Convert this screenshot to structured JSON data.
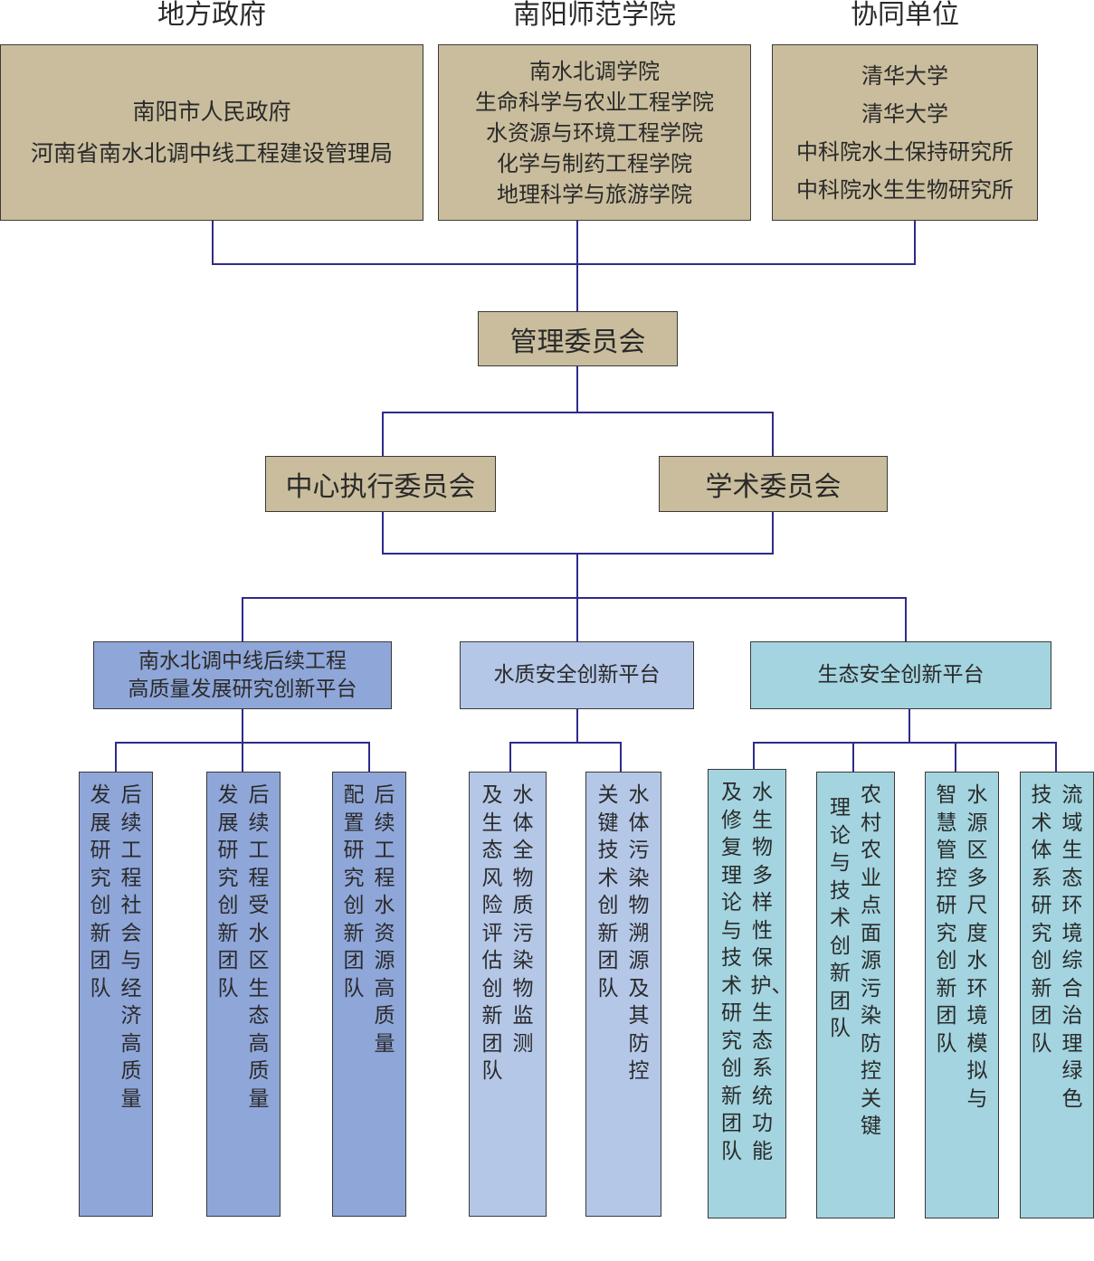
{
  "headers": [
    "地方政府",
    "南阳师范学院",
    "协同单位"
  ],
  "gov_box": [
    "南阳市人民政府",
    "河南省南水北调中线工程建设管理局"
  ],
  "school_box": [
    "南水北调学院",
    "生命科学与农业工程学院",
    "水资源与环境工程学院",
    "化学与制药工程学院",
    "地理科学与旅游学院"
  ],
  "partner_box": [
    "清华大学",
    "清华大学",
    "中科院水土保持研究所",
    "中科院水生生物研究所"
  ],
  "management": "管理委员会",
  "executive": "中心执行委员会",
  "academic": "学术委员会",
  "platforms": [
    {
      "lines": [
        "南水北调中线后续工程",
        "高质量发展研究创新平台"
      ]
    },
    {
      "lines": [
        "水质安全创新平台"
      ]
    },
    {
      "lines": [
        "生态安全创新平台"
      ]
    }
  ],
  "teams": [
    {
      "cols": [
        "后续工程社会与经济高质量",
        "发展研究创新团队"
      ]
    },
    {
      "cols": [
        "后续工程受水区生态高质量",
        "发展研究创新团队"
      ]
    },
    {
      "cols": [
        "后续工程水资源高质量",
        "配置研究创新团队"
      ]
    },
    {
      "cols": [
        "水体全物质污染物监测",
        "及生态风险评估创新团队"
      ]
    },
    {
      "cols": [
        "水体污染物溯源及其防控",
        "关键技术创新团队"
      ]
    },
    {
      "cols": [
        "水生物多样性保护、生态系统功能",
        "及修复理论与技术研究创新团队"
      ]
    },
    {
      "cols": [
        "农村农业点面源污染防控关键",
        "理论与技术创新团队"
      ]
    },
    {
      "cols": [
        "水源区多尺度水环境模拟与",
        "智慧管控研究创新团队"
      ]
    },
    {
      "cols": [
        "流域生态环境综合治理绿色",
        "技术体系研究创新团队"
      ]
    }
  ],
  "colors": {
    "box_tan": "#c9bd9d",
    "platform_1": "#8fa6d8",
    "platform_2": "#b4c7e7",
    "platform_3": "#a3d4df",
    "connector": "#2e2b8a"
  }
}
